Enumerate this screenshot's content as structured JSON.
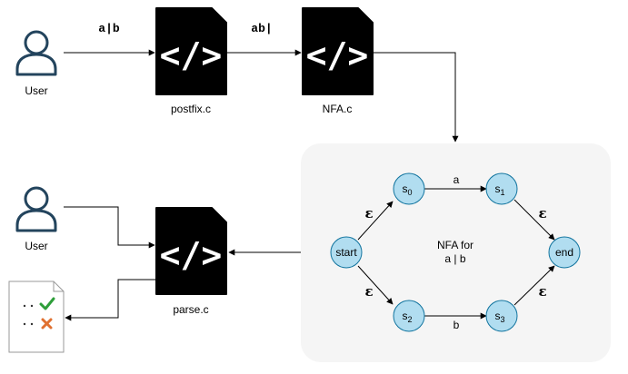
{
  "actors": {
    "user_top": "User",
    "user_bottom": "User"
  },
  "files": {
    "postfix": "postfix.c",
    "nfa": "NFA.c",
    "parse": "parse.c",
    "glyph": "</>"
  },
  "edges": {
    "input_regex": "a|b",
    "postfix_regex": "ab|"
  },
  "nfa": {
    "title_line1": "NFA for",
    "title_line2": "a | b",
    "states": {
      "start": "start",
      "s0": "s",
      "s0_sub": "0",
      "s1": "s",
      "s1_sub": "1",
      "s2": "s",
      "s2_sub": "2",
      "s3": "s",
      "s3_sub": "3",
      "end": "end"
    },
    "transitions": {
      "s0_s1": "a",
      "s2_s3": "b",
      "start_s0": "ε",
      "start_s2": "ε",
      "s1_end": "ε",
      "s3_end": "ε"
    }
  },
  "colors": {
    "state_fill": "#b1ddf0",
    "state_stroke": "#10739e",
    "panel_fill": "#f5f5f5",
    "check": "#2e9e3a",
    "cross": "#e07030"
  },
  "icons": [
    "user-icon",
    "code-file-icon",
    "document-icon",
    "check-icon",
    "cross-icon"
  ]
}
